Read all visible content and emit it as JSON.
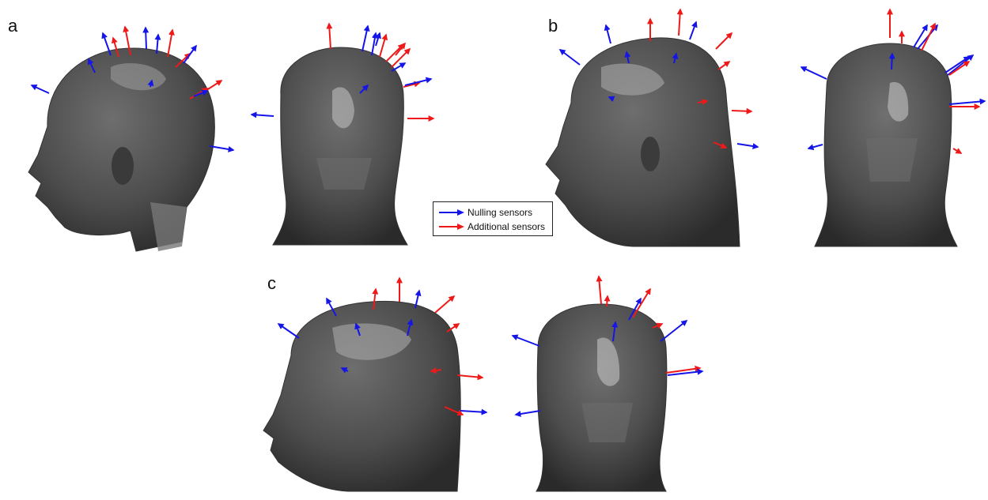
{
  "panels": {
    "a": "a",
    "b": "b",
    "c": "c"
  },
  "legend": {
    "nulling": "Nulling sensors",
    "additional": "Additional sensors"
  },
  "colors": {
    "nulling": "#1515e8",
    "additional": "#ee1a1a",
    "head_base": "#505050",
    "head_dark": "#2e2e2e",
    "head_light": "#7a7a7a"
  }
}
